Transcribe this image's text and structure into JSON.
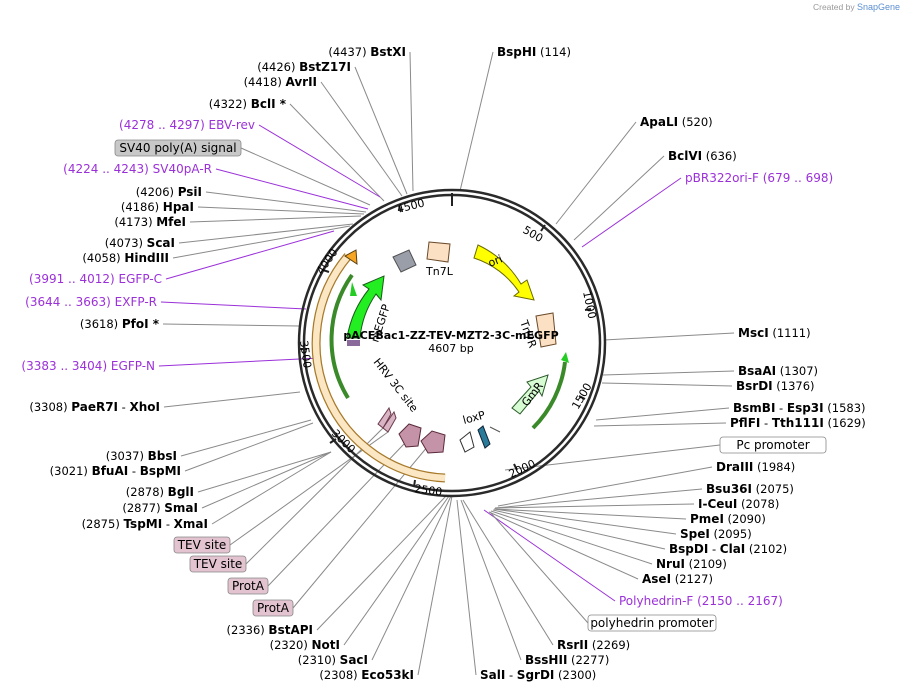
{
  "credit": {
    "prefix": "Created by",
    "brand": "SnapGene"
  },
  "plasmid": {
    "name": "pACEBac1-ZZ-TEV-MZT2-3C-mEGFP",
    "size": "4607 bp"
  },
  "ticks": [
    "500",
    "1000",
    "1500",
    "2000",
    "2500",
    "3000",
    "3500",
    "4000",
    "4500"
  ],
  "features": {
    "tn7l": "Tn7L",
    "ori": "ori",
    "tn7r": "Tn7R",
    "gmr": "GmR",
    "loxp": "loxP",
    "hrv": "HRV 3C site",
    "megfp": "mEGFP"
  },
  "left_labels": [
    {
      "pos": "(4437)",
      "name": "BstXI"
    },
    {
      "pos": "(4426)",
      "name": "BstZ17I"
    },
    {
      "pos": "(4418)",
      "name": "AvrII"
    },
    {
      "pos": "(4322)",
      "name": "BclI *"
    },
    {
      "pos": "(4206)",
      "name": "PsiI"
    },
    {
      "pos": "(4186)",
      "name": "HpaI"
    },
    {
      "pos": "(4173)",
      "name": "MfeI"
    },
    {
      "pos": "(4073)",
      "name": "ScaI"
    },
    {
      "pos": "(4058)",
      "name": "HindIII"
    },
    {
      "pos": "(3618)",
      "name": "PfoI *"
    },
    {
      "pos": "(3308)",
      "name": "PaeR7I",
      "name2": "XhoI"
    },
    {
      "pos": "(3037)",
      "name": "BbsI"
    },
    {
      "pos": "(3021)",
      "name": "BfuAI",
      "name2": "BspMI"
    },
    {
      "pos": "(2878)",
      "name": "BglI"
    },
    {
      "pos": "(2877)",
      "name": "SmaI"
    },
    {
      "pos": "(2875)",
      "name": "TspMI",
      "name2": "XmaI"
    },
    {
      "pos": "(2336)",
      "name": "BstAPI"
    },
    {
      "pos": "(2320)",
      "name": "NotI"
    },
    {
      "pos": "(2310)",
      "name": "SacI"
    },
    {
      "pos": "(2308)",
      "name": "Eco53kI"
    }
  ],
  "left_primers": [
    {
      "range": "(4278 .. 4297)",
      "name": "EBV-rev"
    },
    {
      "range": "(4224 .. 4243)",
      "name": "SV40pA-R"
    },
    {
      "range": "(3991 .. 4012)",
      "name": "EGFP-C"
    },
    {
      "range": "(3644 .. 3663)",
      "name": "EXFP-R"
    },
    {
      "range": "(3383 .. 3404)",
      "name": "EGFP-N"
    }
  ],
  "left_boxes": [
    "SV40 poly(A) signal",
    "TEV site",
    "TEV site",
    "ProtA",
    "ProtA"
  ],
  "right_labels": [
    {
      "name": "BspHI",
      "pos": "(114)"
    },
    {
      "name": "ApaLI",
      "pos": "(520)"
    },
    {
      "name": "BclVI",
      "pos": "(636)"
    },
    {
      "name": "MscI",
      "pos": "(1111)"
    },
    {
      "name": "BsaAI",
      "pos": "(1307)"
    },
    {
      "name": "BsrDI",
      "pos": "(1376)"
    },
    {
      "name": "BsmBI",
      "name2": "Esp3I",
      "pos": "(1583)"
    },
    {
      "name": "PflFI",
      "name2": "Tth111I",
      "pos": "(1629)"
    },
    {
      "name": "DraIII",
      "pos": "(1984)"
    },
    {
      "name": "Bsu36I",
      "pos": "(2075)"
    },
    {
      "name": "I-CeuI",
      "pos": "(2078)"
    },
    {
      "name": "PmeI",
      "pos": "(2090)"
    },
    {
      "name": "SpeI",
      "pos": "(2095)"
    },
    {
      "name": "BspDI",
      "name2": "ClaI",
      "pos": "(2102)"
    },
    {
      "name": "NruI",
      "pos": "(2109)"
    },
    {
      "name": "AseI",
      "pos": "(2127)"
    },
    {
      "name": "RsrII",
      "pos": "(2269)"
    },
    {
      "name": "BssHII",
      "pos": "(2277)"
    },
    {
      "name": "SalI",
      "name2": "SgrDI",
      "pos": "(2300)"
    }
  ],
  "right_primers": [
    {
      "name": "pBR322ori-F",
      "range": "(679 .. 698)"
    },
    {
      "name": "Polyhedrin-F",
      "range": "(2150 .. 2167)"
    }
  ],
  "right_boxes": [
    "Pc promoter",
    "polyhedrin promoter"
  ],
  "colors": {
    "primer": "#9b30d9",
    "box_gray": "#c8c8c8",
    "box_pink": "#e2c3cf",
    "ori": "#ffff00",
    "gmr": "#d7fbd2",
    "egfp": "#22ee22",
    "orange": "#f6a623"
  }
}
